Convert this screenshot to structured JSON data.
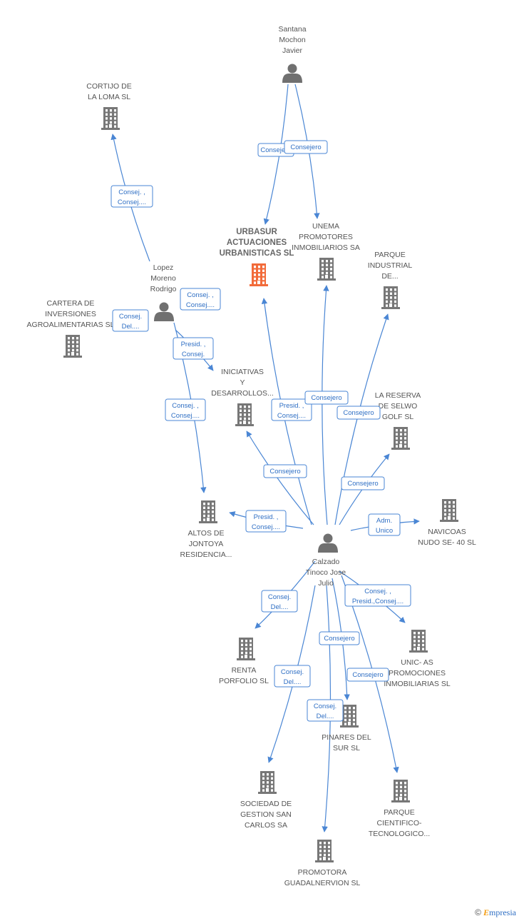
{
  "colors": {
    "edge": "#4a86d4",
    "company": "#777777",
    "main_company": "#f26b3a",
    "person": "#707070",
    "label_text": "#2f6fc4"
  },
  "nodes": [
    {
      "id": "santana",
      "type": "person",
      "lines": [
        "Santana",
        "Mochon",
        "Javier"
      ]
    },
    {
      "id": "cortijo",
      "type": "company",
      "lines": [
        "CORTIJO DE",
        "LA LOMA SL"
      ]
    },
    {
      "id": "urbasur",
      "type": "company",
      "main": true,
      "lines": [
        "URBASUR",
        "ACTUACIONES",
        "URBANISTICAS SL"
      ]
    },
    {
      "id": "unema",
      "type": "company",
      "lines": [
        "UNEMA",
        "PROMOTORES",
        "INMOBILIARIOS SA"
      ]
    },
    {
      "id": "parque_ind",
      "type": "company",
      "lines": [
        "PARQUE",
        "INDUSTRIAL",
        "DE..."
      ]
    },
    {
      "id": "lopez",
      "type": "person",
      "lines": [
        "Lopez",
        "Moreno",
        "Rodrigo"
      ]
    },
    {
      "id": "cartera",
      "type": "company",
      "lines": [
        "CARTERA DE",
        "INVERSIONES",
        "AGROALIMENTARIAS SL"
      ]
    },
    {
      "id": "iniciativas",
      "type": "company",
      "lines": [
        "INICIATIVAS",
        "Y",
        "DESARROLLOS..."
      ]
    },
    {
      "id": "reserva",
      "type": "company",
      "lines": [
        "LA RESERVA",
        "DE SELWO",
        "GOLF SL"
      ]
    },
    {
      "id": "altos",
      "type": "company",
      "lines": [
        "ALTOS DE",
        "JONTOYA",
        "RESIDENCIA..."
      ]
    },
    {
      "id": "navicoas",
      "type": "company",
      "lines": [
        "NAVICOAS",
        "NUDO SE- 40 SL"
      ]
    },
    {
      "id": "calzado",
      "type": "person",
      "lines": [
        "Calzado",
        "Tinoco Jose",
        "Julio"
      ]
    },
    {
      "id": "renta",
      "type": "company",
      "lines": [
        "RENTA",
        "PORFOLIO SL"
      ]
    },
    {
      "id": "unic",
      "type": "company",
      "lines": [
        "UNIC- AS",
        "PROMOCIONES",
        "INMOBILIARIAS SL"
      ]
    },
    {
      "id": "pinares",
      "type": "company",
      "lines": [
        "PINARES DEL",
        "SUR SL"
      ]
    },
    {
      "id": "sociedad",
      "type": "company",
      "lines": [
        "SOCIEDAD DE",
        "GESTION SAN",
        "CARLOS SA"
      ]
    },
    {
      "id": "parque_cien",
      "type": "company",
      "lines": [
        "PARQUE",
        "CIENTIFICO-",
        "TECNOLOGICO..."
      ]
    },
    {
      "id": "promotora",
      "type": "company",
      "lines": [
        "PROMOTORA",
        "GUADALNERVION SL"
      ]
    }
  ],
  "edges": [
    {
      "from": "santana",
      "to": "urbasur",
      "label": [
        "Consejero"
      ]
    },
    {
      "from": "santana",
      "to": "unema",
      "label": [
        "Consejero"
      ]
    },
    {
      "from": "lopez",
      "to": "cortijo",
      "label": [
        "Consej. ,",
        "Consej...."
      ]
    },
    {
      "from": "lopez",
      "to": "cartera",
      "label": [
        "Consej. ,",
        "Consej...."
      ]
    },
    {
      "from": "lopez",
      "to": "cartera",
      "label": [
        "Consej.",
        "Del...."
      ]
    },
    {
      "from": "lopez",
      "to": "iniciativas",
      "label": [
        "Presid. ,",
        "Consej."
      ]
    },
    {
      "from": "lopez",
      "to": "altos",
      "label": [
        "Consej. ,",
        "Consej...."
      ]
    },
    {
      "from": "calzado",
      "to": "urbasur",
      "label": [
        "Presid. ,",
        "Consej...."
      ]
    },
    {
      "from": "calzado",
      "to": "unema",
      "label": [
        "Consejero"
      ]
    },
    {
      "from": "calzado",
      "to": "parque_ind",
      "label": [
        "Consejero"
      ]
    },
    {
      "from": "calzado",
      "to": "iniciativas",
      "label": [
        "Consejero"
      ]
    },
    {
      "from": "calzado",
      "to": "reserva",
      "label": [
        "Consejero"
      ]
    },
    {
      "from": "calzado",
      "to": "altos",
      "label": [
        "Presid. ,",
        "Consej...."
      ]
    },
    {
      "from": "calzado",
      "to": "navicoas",
      "label": [
        "Adm.",
        "Unico"
      ]
    },
    {
      "from": "calzado",
      "to": "renta",
      "label": [
        "Consej.",
        "Del...."
      ]
    },
    {
      "from": "calzado",
      "to": "unic",
      "label": [
        "Consej. ,",
        "Presid.,Consej...."
      ]
    },
    {
      "from": "calzado",
      "to": "pinares",
      "label": [
        "Consejero"
      ]
    },
    {
      "from": "calzado",
      "to": "sociedad",
      "label": [
        "Consej.",
        "Del...."
      ]
    },
    {
      "from": "calzado",
      "to": "parque_cien",
      "label": [
        "Consejero"
      ]
    },
    {
      "from": "calzado",
      "to": "promotora",
      "label": [
        "Consej.",
        "Del...."
      ]
    }
  ],
  "footer": {
    "copyright": "©",
    "brand_first": "E",
    "brand_rest": "mpresia"
  }
}
